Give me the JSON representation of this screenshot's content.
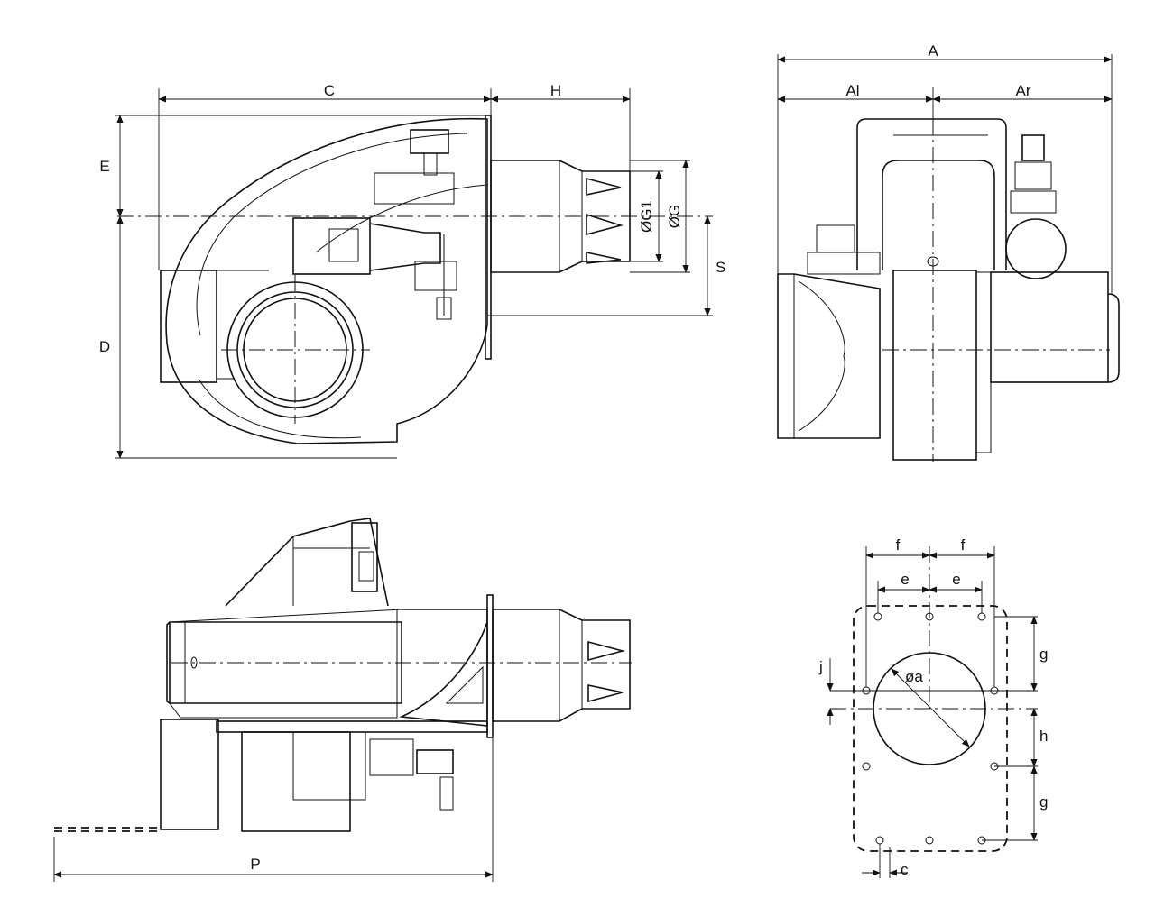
{
  "views": {
    "side": {
      "labels": {
        "C": "C",
        "H": "H",
        "E": "E",
        "D": "D",
        "G1": "ØG1",
        "G": "ØG",
        "S": "S"
      }
    },
    "front": {
      "labels": {
        "A": "A",
        "Al": "Al",
        "Ar": "Ar"
      }
    },
    "top": {
      "labels": {
        "P": "P"
      }
    },
    "flange": {
      "labels": {
        "f_left": "f",
        "f_right": "f",
        "e_left": "e",
        "e_right": "e",
        "g_top": "g",
        "g_bottom": "g",
        "h": "h",
        "j": "j",
        "a": "øa",
        "c": "c"
      }
    }
  }
}
